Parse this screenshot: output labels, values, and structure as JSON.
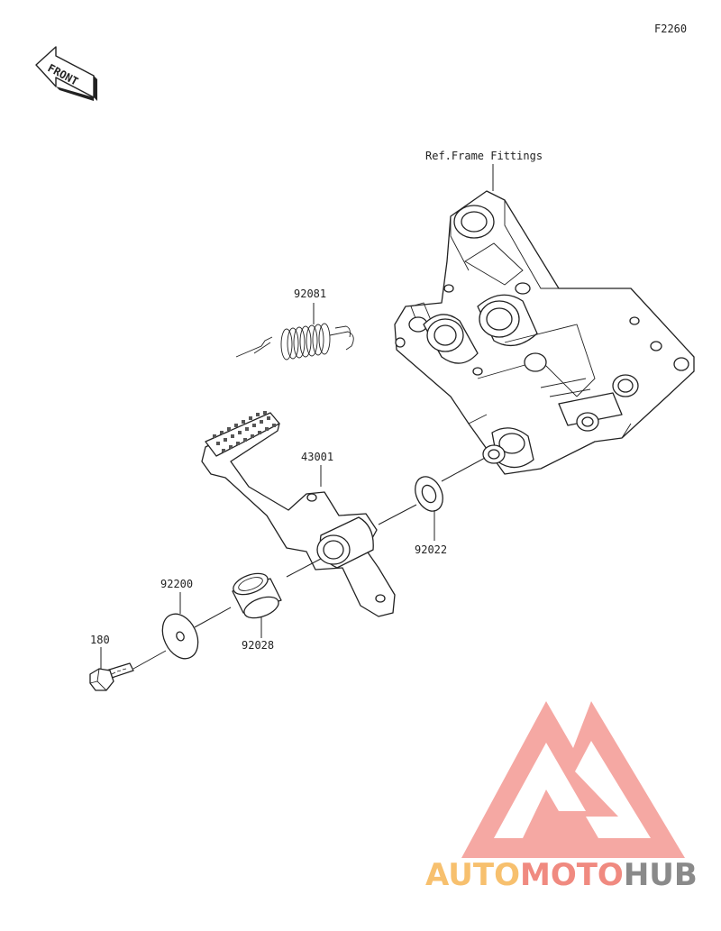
{
  "figure_code": "F2260",
  "front_arrow_label": "FRONT",
  "reference_label": "Ref.Frame Fittings",
  "parts": [
    {
      "id": "92081",
      "desc": "spring"
    },
    {
      "id": "43001",
      "desc": "brake pedal"
    },
    {
      "id": "92022",
      "desc": "washer"
    },
    {
      "id": "92200",
      "desc": "washer"
    },
    {
      "id": "92028",
      "desc": "bushing"
    },
    {
      "id": "180",
      "desc": "bolt"
    }
  ],
  "watermark": {
    "segments": [
      {
        "text": "AUTO",
        "color": "#f7c06e"
      },
      {
        "text": "MOTO",
        "color": "#f08a80"
      },
      {
        "text": "HUB",
        "color": "#8a8a8a"
      }
    ],
    "logo_color": "#f49a94"
  }
}
